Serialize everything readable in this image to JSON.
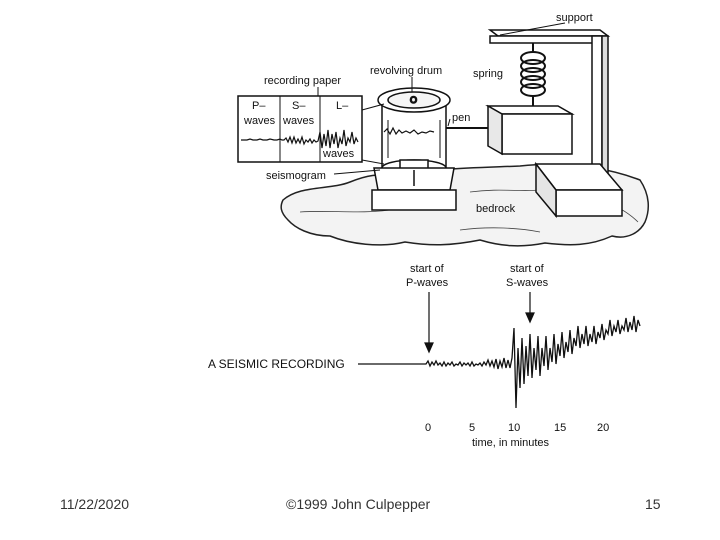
{
  "diagram": {
    "labels": {
      "support": "support",
      "spring": "spring",
      "recording_paper": "recording paper",
      "revolving_drum": "revolving drum",
      "pen": "pen",
      "seismogram": "seismogram",
      "bedrock": "bedrock",
      "p_waves_top": "P–",
      "p_waves_bottom": "waves",
      "s_waves_top": "S–",
      "s_waves_bottom": "waves",
      "l_waves_top": "L–",
      "l_waves_bottom": "waves"
    }
  },
  "recording": {
    "title": "A SEISMIC RECORDING",
    "start_p_line1": "start of",
    "start_p_line2": "P-waves",
    "start_s_line1": "start of",
    "start_s_line2": "S-waves",
    "axis_label": "time, in minutes",
    "ticks": [
      "0",
      "5",
      "10",
      "15",
      "20"
    ]
  },
  "footer": {
    "date": "11/22/2020",
    "copyright": "©1999 John Culpepper",
    "page_number": "15"
  }
}
